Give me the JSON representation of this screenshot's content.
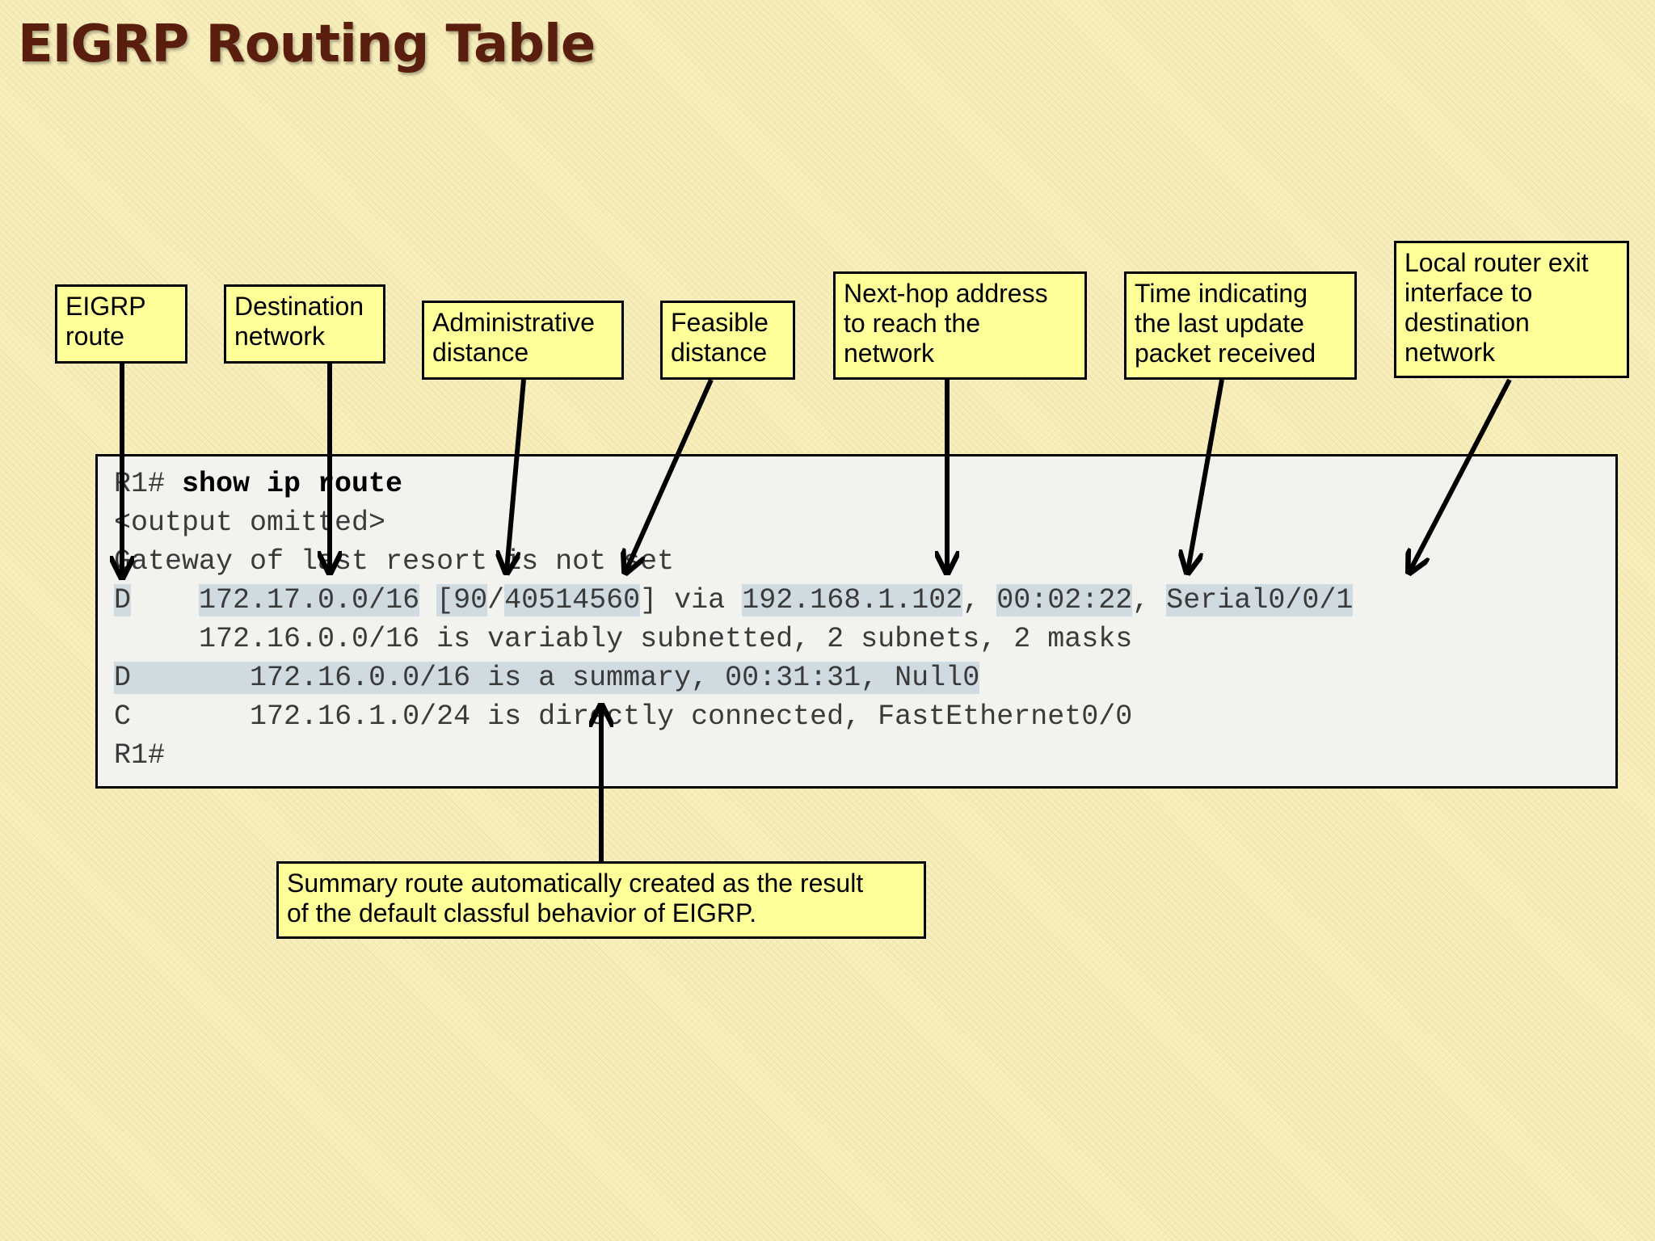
{
  "title": "EIGRP Routing Table",
  "callouts": {
    "eigrp_route": "EIGRP\nroute",
    "destination_network": "Destination\nnetwork",
    "administrative_distance": "Administrative\ndistance",
    "feasible_distance": "Feasible\ndistance",
    "next_hop": "Next-hop address\nto reach the\nnetwork",
    "time_update": "Time indicating\nthe last update\npacket received",
    "exit_interface": "Local router exit\ninterface to\ndestination\nnetwork",
    "summary_route": "Summary route automatically created as the result\nof the default classful behavior of EIGRP."
  },
  "terminal": {
    "prompt": "R1# ",
    "command": "show ip route",
    "output_omitted": "<output omitted>",
    "gateway": "Gateway of last resort is not set",
    "route1": {
      "code": "D",
      "network": "172.17.0.0/16",
      "ad": "[90",
      "slash": "/",
      "fd": "40514560",
      "via": "] via ",
      "next_hop": "192.168.1.102",
      "time": "00:02:22",
      "interface": "Serial0/0/1"
    },
    "subnetted": "172.16.0.0/16 is variably subnetted, 2 subnets, 2 masks",
    "route2": {
      "code": "D",
      "text": "172.16.0.0/16 is a summary, 00:31:31, Null0"
    },
    "route3": {
      "code": "C",
      "text": "172.16.1.0/24 is directly connected, FastEthernet0/0"
    },
    "end_prompt": "R1#"
  }
}
